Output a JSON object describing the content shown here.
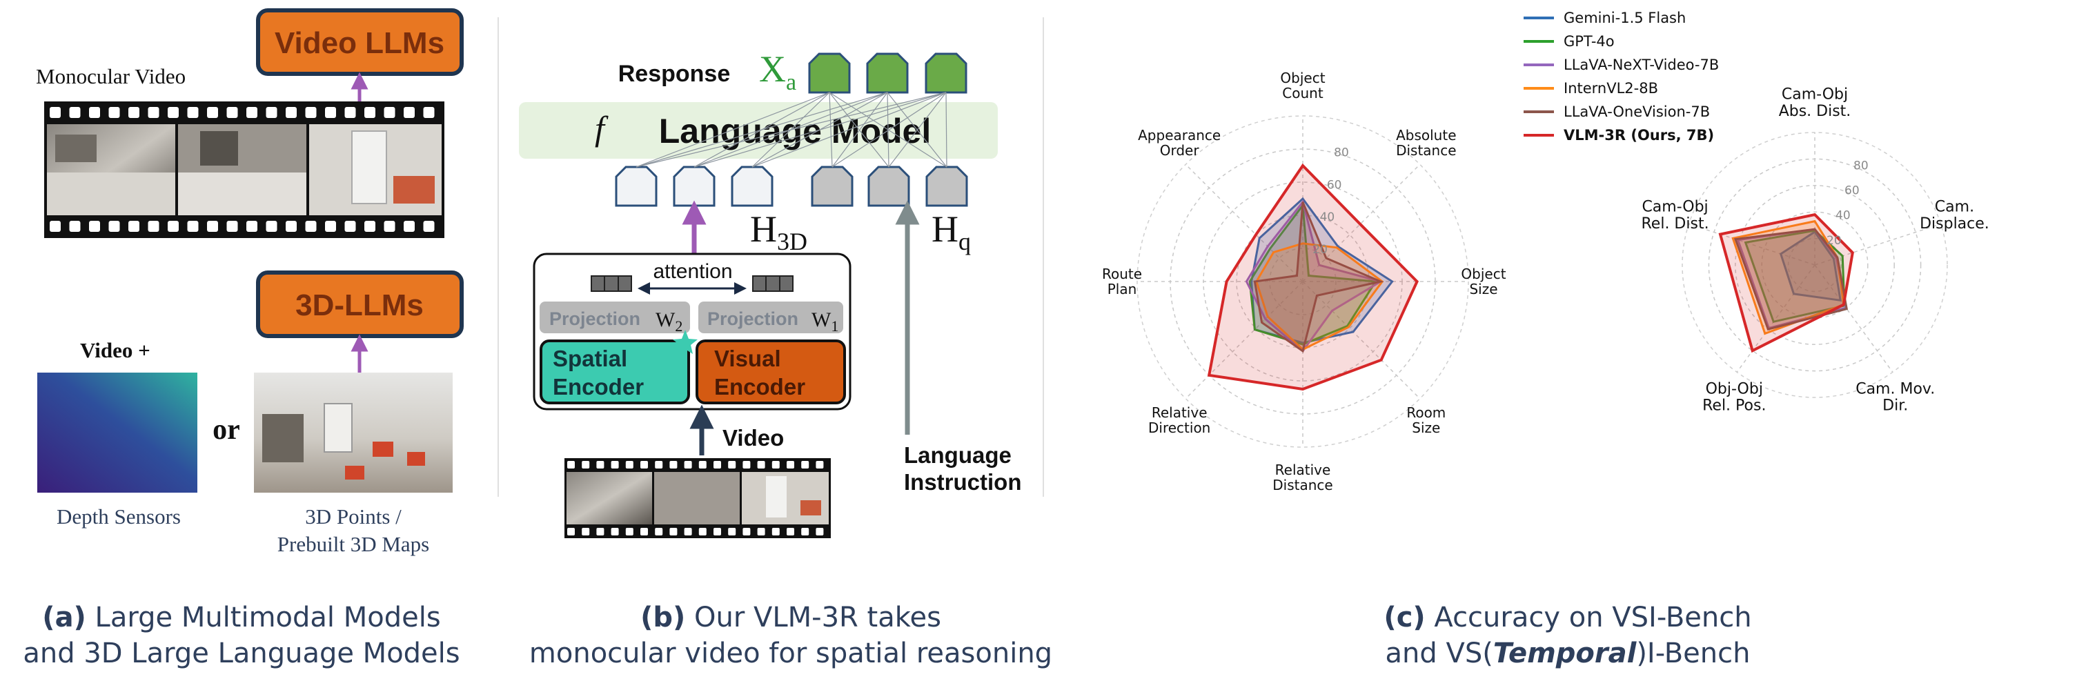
{
  "panel_a": {
    "monocular_label": "Monocular Video",
    "video_llm_label": "Video LLMs",
    "llm3d_label": "3D-LLMs",
    "video_plus_label": "Video +",
    "or_label": "or",
    "depth_label": "Depth Sensors",
    "points_label_1": "3D Points /",
    "points_label_2": "Prebuilt 3D Maps",
    "caption_bold": "(a)",
    "caption_1": " Large Multimodal Models",
    "caption_2": "and 3D Large Language Models"
  },
  "panel_b": {
    "response_label": "Response",
    "xa_label": "X",
    "xa_sub": "a",
    "f_label": "f",
    "lm_label": "Language Model",
    "h3d_label": "H",
    "h3d_sub": "3D",
    "hq_label": "H",
    "hq_sub": "q",
    "attention_label": "attention",
    "proj_label": "Projection",
    "w2_label": "W",
    "w2_sub": "2",
    "w1_label": "W",
    "w1_sub": "1",
    "spatial_1": "Spatial",
    "spatial_2": "Encoder",
    "visual_1": "Visual",
    "visual_2": "Encoder",
    "video_label": "Video",
    "lang_1": "Language",
    "lang_2": "Instruction",
    "caption_bold": "(b)",
    "caption_1": " Our VLM-3R takes",
    "caption_2": "monocular video for spatial reasoning"
  },
  "panel_c": {
    "caption_bold": "(c)",
    "caption_1": " Accuracy on VSI-Bench",
    "caption_2a": "and VS(",
    "caption_2b": "Temporal",
    "caption_2c": ")I-Bench"
  },
  "chart_data": [
    {
      "type": "radar",
      "benchmark": "VSI-Bench",
      "axes": [
        "Object Count",
        "Absolute Distance",
        "Object Size",
        "Room Size",
        "Relative Distance",
        "Relative Direction",
        "Route Plan",
        "Appearance Order"
      ],
      "axis_lines": [
        [
          "Object",
          "Count"
        ],
        [
          "Absolute",
          "Distance"
        ],
        [
          "Object",
          "Size"
        ],
        [
          "Room",
          "Size"
        ],
        [
          "Relative",
          "Distance"
        ],
        [
          "Relative",
          "Direction"
        ],
        [
          "Route",
          "Plan"
        ],
        [
          "Appearance",
          "Order"
        ]
      ],
      "rlim": [
        0,
        100
      ],
      "ticks": [
        20,
        40,
        60,
        80
      ],
      "tick_labels": [
        "20",
        "40",
        "60",
        "80"
      ],
      "grid": true,
      "series": [
        {
          "name": "Gemini-1.5 Flash",
          "color": "#2f6fb5",
          "values": [
            50,
            30,
            54,
            43,
            37,
            41,
            31,
            37
          ]
        },
        {
          "name": "GPT-4o",
          "color": "#2ca02c",
          "values": [
            46,
            5,
            44,
            38,
            38,
            41,
            32,
            28
          ]
        },
        {
          "name": "LLaVA-NeXT-Video-7B",
          "color": "#9467bd",
          "values": [
            48,
            14,
            47,
            25,
            42,
            32,
            34,
            30
          ]
        },
        {
          "name": "InternVL2-8B",
          "color": "#ff8c1a",
          "values": [
            23,
            29,
            48,
            39,
            41,
            30,
            28,
            25
          ]
        },
        {
          "name": "LLaVA-OneVision-7B",
          "color": "#8c564b",
          "values": [
            48,
            20,
            47,
            12,
            42,
            35,
            29,
            5
          ]
        },
        {
          "name": "VLM-3R (Ours, 7B)",
          "color": "#d62728",
          "values": [
            70,
            49,
            69,
            67,
            65,
            80,
            46,
            40
          ]
        }
      ]
    },
    {
      "type": "radar",
      "benchmark": "VS(Temporal)I-Bench",
      "axes": [
        "Cam-Obj Abs. Dist.",
        "Cam. Displace.",
        "Cam. Mov. Dir.",
        "Obj-Obj Rel. Pos.",
        "Cam-Obj Rel. Dist."
      ],
      "axis_lines": [
        [
          "Cam-Obj",
          "Abs. Dist."
        ],
        [
          "Cam.",
          "Displace."
        ],
        [
          "Cam. Mov.",
          "Dir."
        ],
        [
          "Obj-Obj",
          "Rel. Pos."
        ],
        [
          "Cam-Obj",
          "Rel. Dist."
        ]
      ],
      "rlim": [
        0,
        100
      ],
      "ticks": [
        20,
        40,
        60,
        80
      ],
      "tick_labels": [
        "20",
        "40",
        "60",
        "80"
      ],
      "grid": true,
      "series": [
        {
          "name": "Gemini-1.5 Flash",
          "color": "#2f6fb5",
          "values": [
            25,
            15,
            33,
            27,
            27
          ]
        },
        {
          "name": "GPT-4o",
          "color": "#2ca02c",
          "values": [
            26,
            22,
            38,
            53,
            55
          ]
        },
        {
          "name": "LLaVA-NeXT-Video-7B",
          "color": "#9467bd",
          "values": [
            27,
            17,
            40,
            59,
            61
          ]
        },
        {
          "name": "InternVL2-8B",
          "color": "#ff8c1a",
          "values": [
            33,
            18,
            37,
            64,
            65
          ]
        },
        {
          "name": "LLaVA-OneVision-7B",
          "color": "#8c564b",
          "values": [
            27,
            18,
            41,
            60,
            63
          ]
        },
        {
          "name": "VLM-3R (Ours, 7B)",
          "color": "#d62728",
          "values": [
            38,
            30,
            37,
            80,
            75
          ]
        }
      ]
    }
  ],
  "legend": {
    "placement": "top-center between radars",
    "entries": [
      {
        "name": "Gemini-1.5 Flash",
        "color": "#2f6fb5",
        "bold": false
      },
      {
        "name": "GPT-4o",
        "color": "#2ca02c",
        "bold": false
      },
      {
        "name": "LLaVA-NeXT-Video-7B",
        "color": "#9467bd",
        "bold": false
      },
      {
        "name": "InternVL2-8B",
        "color": "#ff8c1a",
        "bold": false
      },
      {
        "name": "LLaVA-OneVision-7B",
        "color": "#8c564b",
        "bold": false
      },
      {
        "name": "VLM-3R (Ours, 7B)",
        "color": "#d62728",
        "bold": true
      }
    ]
  },
  "colors": {
    "llm_box": "#e87722",
    "llm_box_border": "#1f3550",
    "llm_text": "#7a2e0c",
    "arrow_purple": "#9e5ab5",
    "lm_band": "#e6f2df",
    "token_green": "#6aaa48",
    "token_blue_border": "#2b4f7a",
    "token_grey": "#c3c3c3",
    "projection": "#b8b8b8",
    "spatial": "#3ccbb0",
    "visual": "#d45a12",
    "arrow_grey": "#7f8c8d",
    "caption": "#2e3f5c",
    "xa_green": "#2f9a3a"
  }
}
